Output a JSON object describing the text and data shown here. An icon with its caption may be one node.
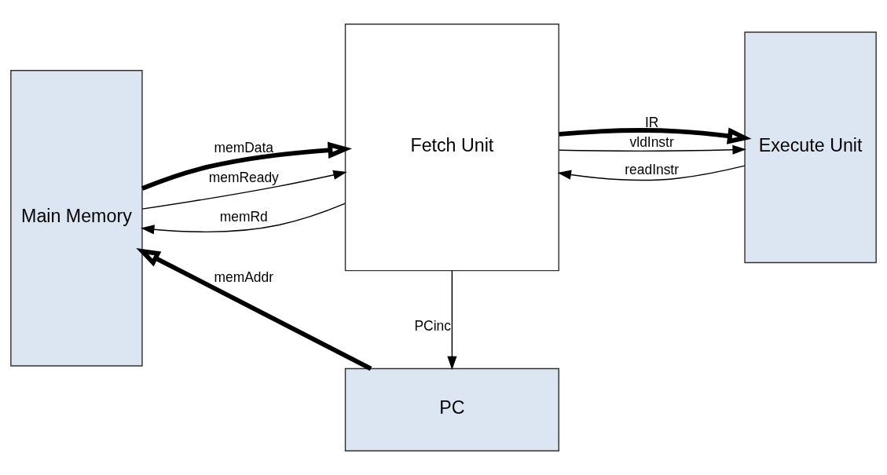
{
  "diagram": {
    "nodes": [
      {
        "text": [
          "Main Memory"
        ]
      },
      {
        "text": [
          "PC"
        ]
      },
      {
        "text": [
          "Fetch Unit"
        ]
      },
      {
        "text": [
          "Execute Unit"
        ]
      }
    ],
    "edges": [
      {
        "from": 1,
        "to": 0,
        "arrow": "to",
        "label": "memAddr",
        "style": "thick"
      },
      {
        "from": 2,
        "to": 1,
        "arrow": "to",
        "label": "PCinc"
      },
      {
        "from": 0,
        "to": 2,
        "arrow": "to",
        "label": "memData",
        "style": "thick"
      },
      {
        "from": 2,
        "to": 3,
        "arrow": "to",
        "label": "IR",
        "style": "thick"
      },
      {
        "from": 0,
        "to": 2,
        "arrow": "to",
        "label": "memReady"
      },
      {
        "from": 2,
        "to": 0,
        "arrow": "to",
        "label": "memRd"
      },
      {
        "from": 2,
        "to": 3,
        "arrow": "to",
        "label": "vldInstr"
      },
      {
        "from": 3,
        "to": 2,
        "arrow": "to",
        "label": "readInstr"
      }
    ]
  }
}
